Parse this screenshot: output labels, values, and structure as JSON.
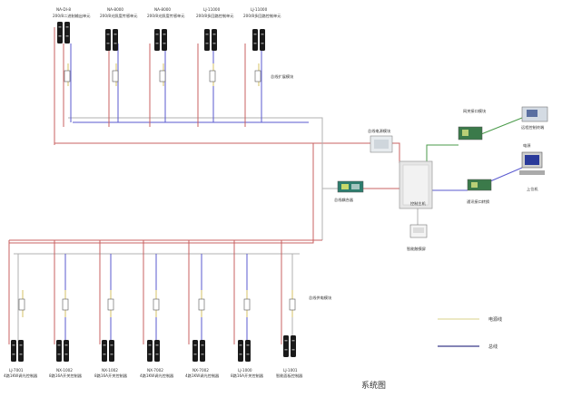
{
  "top_units": [
    {
      "model": "NA-DI-8",
      "desc": "200/8二进制输出单元"
    },
    {
      "model": "NA-8000",
      "desc": "200/8光照度传感单元"
    },
    {
      "model": "NA-8000",
      "desc": "200/8光照度传感单元"
    },
    {
      "model": "LJ-11000",
      "desc": "200/8多回路控制单元"
    },
    {
      "model": "LJ-11000",
      "desc": "200/8多回路控制单元"
    }
  ],
  "top_right_label": "总线扩展模块",
  "bottom_units": [
    {
      "model": "LJ-7001",
      "desc": "4路1KW调光控制器"
    },
    {
      "model": "NX-1002",
      "desc": "8路16A开关控制器"
    },
    {
      "model": "NX-1002",
      "desc": "8路16A开关控制器"
    },
    {
      "model": "NX-7002",
      "desc": "4路1KW调光控制器"
    },
    {
      "model": "NX-7002",
      "desc": "4路1KW调光控制器"
    },
    {
      "model": "LJ-1000",
      "desc": "8路16A开关控制器"
    },
    {
      "model": "LJ-1001",
      "desc": "智能面板控制器"
    }
  ],
  "bottom_right_label": "总线供电模块",
  "center": {
    "power_module": "总线电源模块",
    "bus_coupler": "总线耦合器",
    "main_cabinet": "控制主机",
    "touch_panel": "智能触摸屏",
    "interface": "网关接口模块",
    "converter": "通讯接口转换",
    "remote": "远程控制终端",
    "power": "电源",
    "computer": "上位机"
  },
  "legend": {
    "bus_line": "总线",
    "power_line": "电源线"
  },
  "caption": "系统图"
}
